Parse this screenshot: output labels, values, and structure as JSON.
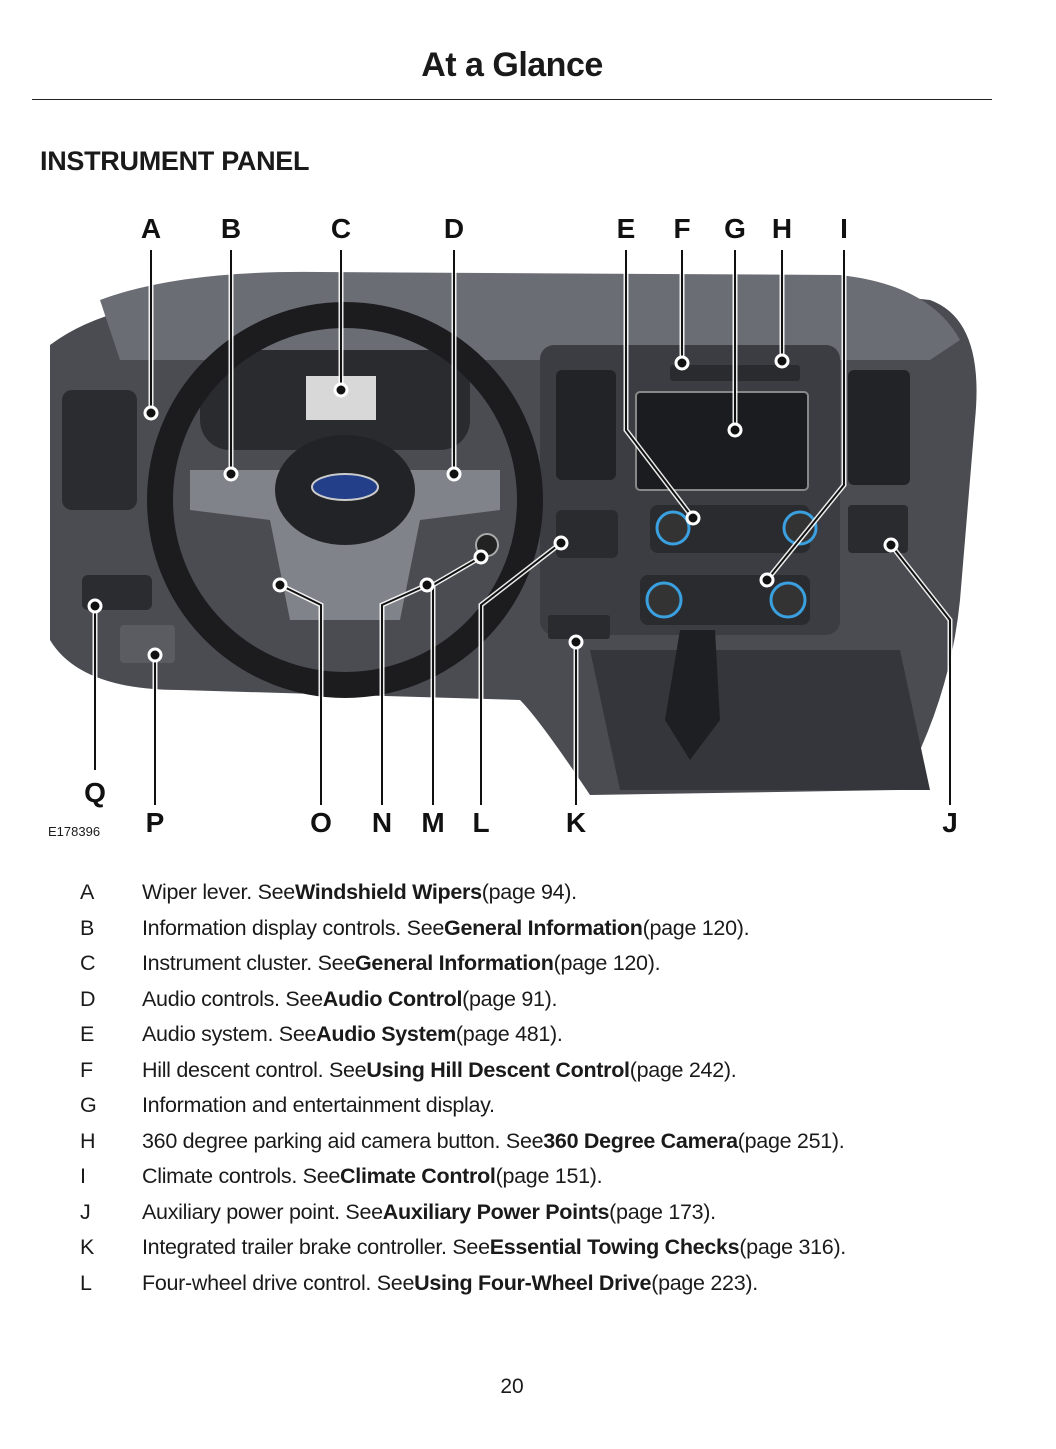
{
  "header": {
    "title": "At a Glance"
  },
  "section_title": "INSTRUMENT PANEL",
  "figure": {
    "code": "E178396",
    "callouts_top": [
      "A",
      "B",
      "C",
      "D",
      "E",
      "F",
      "G",
      "H",
      "I"
    ],
    "callouts_bottom": [
      "Q",
      "P",
      "O",
      "N",
      "M",
      "L",
      "K",
      "J"
    ]
  },
  "legend": [
    {
      "key": "A",
      "text": "Wiper lever. See ",
      "link": "Windshield Wipers",
      "page": " (page 94)."
    },
    {
      "key": "B",
      "text": "Information display controls. See ",
      "link": "General Information",
      "page": " (page 120)."
    },
    {
      "key": "C",
      "text": "Instrument cluster.  See ",
      "link": "General Information",
      "page": " (page 120)."
    },
    {
      "key": "D",
      "text": "Audio controls.  See ",
      "link": "Audio Control",
      "page": " (page 91)."
    },
    {
      "key": "E",
      "text": "Audio system.  See ",
      "link": "Audio System",
      "page": " (page 481)."
    },
    {
      "key": "F",
      "text": "Hill descent control.  See ",
      "link": "Using Hill Descent Control",
      "page": " (page 242)."
    },
    {
      "key": "G",
      "text": "Information and entertainment display.",
      "link": "",
      "page": ""
    },
    {
      "key": "H",
      "text": "360 degree parking aid camera button.  See ",
      "link": "360 Degree Camera",
      "page": " (page 251)."
    },
    {
      "key": "I",
      "text": "Climate controls.  See ",
      "link": "Climate Control",
      "page": " (page 151)."
    },
    {
      "key": "J",
      "text": "Auxiliary power point. See ",
      "link": "Auxiliary Power Points",
      "page": " (page 173)."
    },
    {
      "key": "K",
      "text": "Integrated trailer brake controller.  See ",
      "link": "Essential Towing Checks",
      "page": " (page 316)."
    },
    {
      "key": "L",
      "text": "Four-wheel drive control.  See ",
      "link": "Using Four-Wheel Drive",
      "page": " (page 223)."
    }
  ],
  "footer": {
    "page_number": "20"
  }
}
